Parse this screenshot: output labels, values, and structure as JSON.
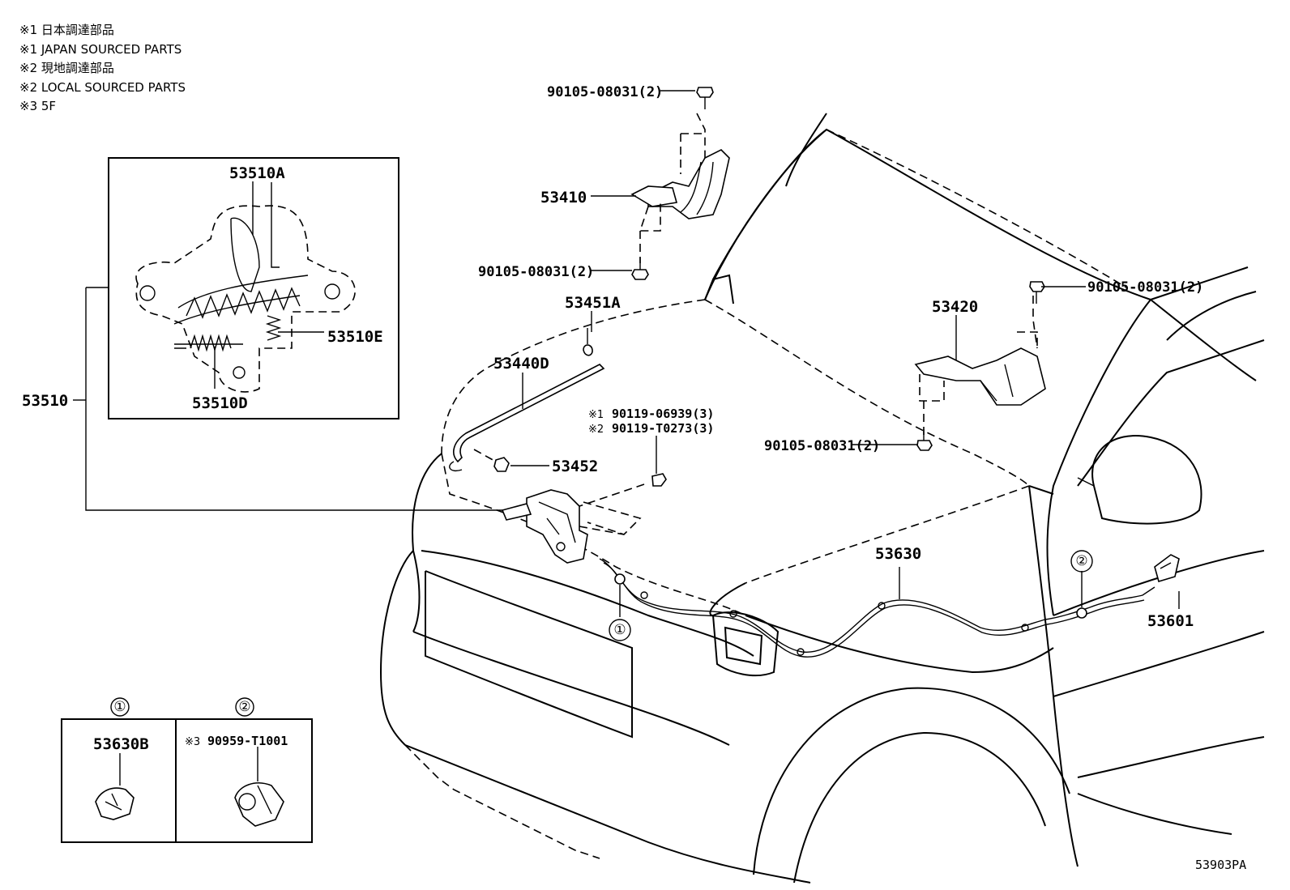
{
  "notes": [
    "※1 日本調達部品",
    "※1 JAPAN SOURCED PARTS",
    "※2 現地調達部品",
    "※2 LOCAL SOURCED PARTS",
    "※3 5F"
  ],
  "parts": {
    "bolt_hinge_l_top": "90105-08031(2)",
    "hinge_l": "53410",
    "bolt_hinge_l_bottom": "90105-08031(2)",
    "hinge_r": "53420",
    "bolt_hinge_r_top": "90105-08031(2)",
    "bolt_hinge_r_bottom": "90105-08031(2)",
    "grommet": "53451A",
    "support_rod": "53440D",
    "rod_holder": "53452",
    "bolt_lock_1": "90119-06939(3)",
    "bolt_lock_2": "90119-T0273(3)",
    "lock_assy": "53510",
    "lock_sub_a": "53510A",
    "lock_sub_e": "53510E",
    "lock_sub_d": "53510D",
    "release_cable": "53630",
    "release_lever": "53601",
    "clamp_1": "53630B",
    "clamp_2": "90959-T1001"
  },
  "markers": {
    "m1": "※1",
    "m2": "※2",
    "m3": "※3"
  },
  "callouts": {
    "c1": "①",
    "c2": "②"
  },
  "diagram_code": "53903PA"
}
